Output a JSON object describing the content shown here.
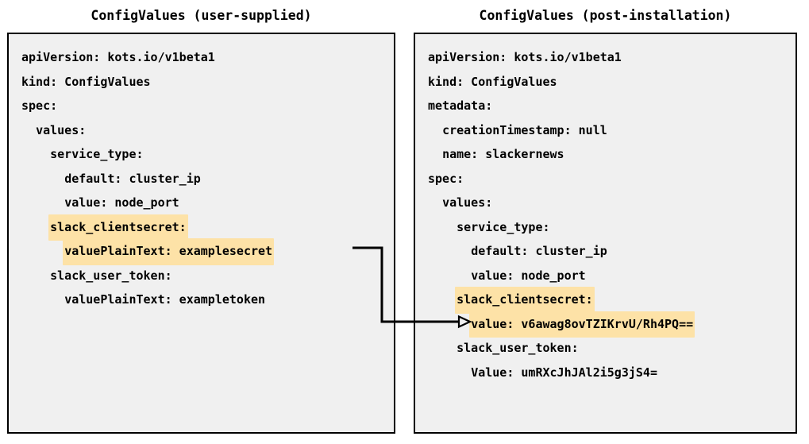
{
  "diagram": {
    "title_left": "ConfigValues (user-supplied)",
    "title_right": "ConfigValues (post-installation)",
    "highlight_color": "#fde2a7",
    "panel_background": "#f0f0f0",
    "border_color": "#000000",
    "connector_label": ""
  },
  "left_panel": {
    "lines": [
      {
        "indent": 0,
        "text": "apiVersion: kots.io/v1beta1",
        "highlight": false
      },
      {
        "indent": 0,
        "text": "kind: ConfigValues",
        "highlight": false
      },
      {
        "indent": 0,
        "text": "spec:",
        "highlight": false
      },
      {
        "indent": 1,
        "text": "values:",
        "highlight": false
      },
      {
        "indent": 2,
        "text": "service_type:",
        "highlight": false
      },
      {
        "indent": 3,
        "text": "default: cluster_ip",
        "highlight": false
      },
      {
        "indent": 3,
        "text": "value: node_port",
        "highlight": false
      },
      {
        "indent": 2,
        "text": "slack_clientsecret:",
        "highlight": true
      },
      {
        "indent": 3,
        "text": "valuePlainText: examplesecret",
        "highlight": true
      },
      {
        "indent": 2,
        "text": "slack_user_token:",
        "highlight": false
      },
      {
        "indent": 3,
        "text": "valuePlainText: exampletoken",
        "highlight": false
      }
    ]
  },
  "right_panel": {
    "lines": [
      {
        "indent": 0,
        "text": "apiVersion: kots.io/v1beta1",
        "highlight": false
      },
      {
        "indent": 0,
        "text": "kind: ConfigValues",
        "highlight": false
      },
      {
        "indent": 0,
        "text": "metadata:",
        "highlight": false
      },
      {
        "indent": 1,
        "text": "creationTimestamp: null",
        "highlight": false
      },
      {
        "indent": 1,
        "text": "name: slackernews",
        "highlight": false
      },
      {
        "indent": 0,
        "text": "spec:",
        "highlight": false
      },
      {
        "indent": 1,
        "text": "values:",
        "highlight": false
      },
      {
        "indent": 2,
        "text": "service_type:",
        "highlight": false
      },
      {
        "indent": 3,
        "text": "default: cluster_ip",
        "highlight": false
      },
      {
        "indent": 3,
        "text": "value: node_port",
        "highlight": false
      },
      {
        "indent": 2,
        "text": "slack_clientsecret:",
        "highlight": true
      },
      {
        "indent": 3,
        "text": "value: v6awag8ovTZIKrvU/Rh4PQ==",
        "highlight": true
      },
      {
        "indent": 2,
        "text": "slack_user_token:",
        "highlight": false
      },
      {
        "indent": 3,
        "text": "Value: umRXcJhJAl2i5g3jS4=",
        "highlight": false
      }
    ]
  }
}
